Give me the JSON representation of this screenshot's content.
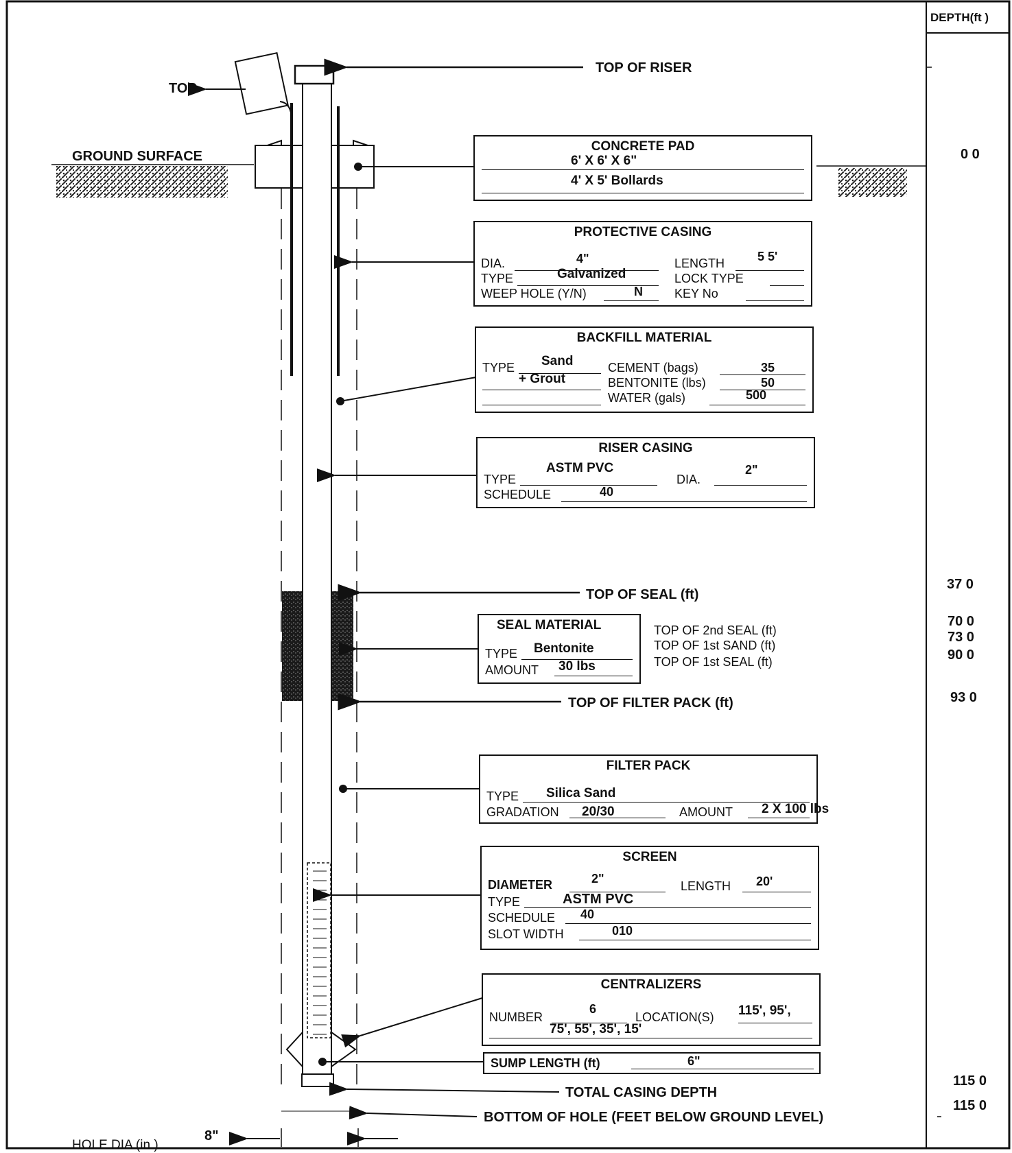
{
  "depth_header": "DEPTH(ft )",
  "labels": {
    "top": "TOP",
    "ground_surface": "GROUND SURFACE",
    "top_of_riser": "TOP OF RISER",
    "top_of_seal": "TOP OF SEAL (ft)",
    "top_of_filter_pack": "TOP OF FILTER PACK (ft)",
    "total_casing_depth": "TOTAL CASING DEPTH",
    "bottom_of_hole": "BOTTOM OF HOLE (FEET BELOW GROUND LEVEL)",
    "hole_dia": "HOLE DIA  (in )",
    "hole_dia_value": "8\""
  },
  "concrete_pad": {
    "title": "CONCRETE PAD",
    "line1": "6' X 6' X 6\"",
    "line2": "4' X 5' Bollards"
  },
  "protective_casing": {
    "title": "PROTECTIVE CASING",
    "dia_label": "DIA.",
    "dia_value": "4\"",
    "length_label": "LENGTH",
    "length_value": "5 5'",
    "type_label": "TYPE",
    "type_value": "Galvanized",
    "lock_type_label": "LOCK TYPE",
    "weep_hole_label": "WEEP HOLE (Y/N)",
    "weep_hole_value": "N",
    "key_no_label": "KEY No"
  },
  "backfill_material": {
    "title": "BACKFILL MATERIAL",
    "type_label": "TYPE",
    "type_value1": "Sand",
    "type_value2": "+ Grout",
    "cement_label": "CEMENT (bags)",
    "cement_value": "35",
    "bentonite_label": "BENTONITE (lbs)",
    "bentonite_value": "50",
    "water_label": "WATER (gals)",
    "water_value": "500"
  },
  "riser_casing": {
    "title": "RISER CASING",
    "type_label": "TYPE",
    "type_value": "ASTM PVC",
    "dia_label": "DIA.",
    "dia_value": "2\"",
    "schedule_label": "SCHEDULE",
    "schedule_value": "40"
  },
  "seal_material": {
    "title": "SEAL MATERIAL",
    "type_label": "TYPE",
    "type_value": "Bentonite",
    "amount_label": "AMOUNT",
    "amount_value": "30 lbs"
  },
  "seal_side_labels": {
    "second_seal": "TOP OF 2nd SEAL (ft)",
    "first_sand": "TOP OF 1st SAND (ft)",
    "first_seal": "TOP OF 1st SEAL (ft)"
  },
  "filter_pack": {
    "title": "FILTER PACK",
    "type_label": "TYPE",
    "type_value": "Silica Sand",
    "gradation_label": "GRADATION",
    "gradation_value": "20/30",
    "amount_label": "AMOUNT",
    "amount_value": "2 X 100 lbs"
  },
  "screen": {
    "title": "SCREEN",
    "diameter_label": "DIAMETER",
    "diameter_value": "2\"",
    "length_label": "LENGTH",
    "length_value": "20'",
    "type_label": "TYPE",
    "type_value": "ASTM PVC",
    "schedule_label": "SCHEDULE",
    "schedule_value": "40",
    "slot_width_label": "SLOT WIDTH",
    "slot_width_value": "010"
  },
  "centralizers": {
    "title": "CENTRALIZERS",
    "number_label": "NUMBER",
    "number_value": "6",
    "location_label": "LOCATION(S)",
    "location_value1": "115', 95',",
    "location_value2": "75', 55', 35', 15'"
  },
  "sump": {
    "label": "SUMP LENGTH (ft)",
    "value": "6\""
  },
  "depths": {
    "ground": "0 0",
    "top_of_seal": "37 0",
    "second_seal": "70 0",
    "first_sand": "73 0",
    "first_seal": "90 0",
    "top_of_filter_pack": "93 0",
    "total_casing_depth": "115 0",
    "bottom_of_hole": "115 0"
  }
}
